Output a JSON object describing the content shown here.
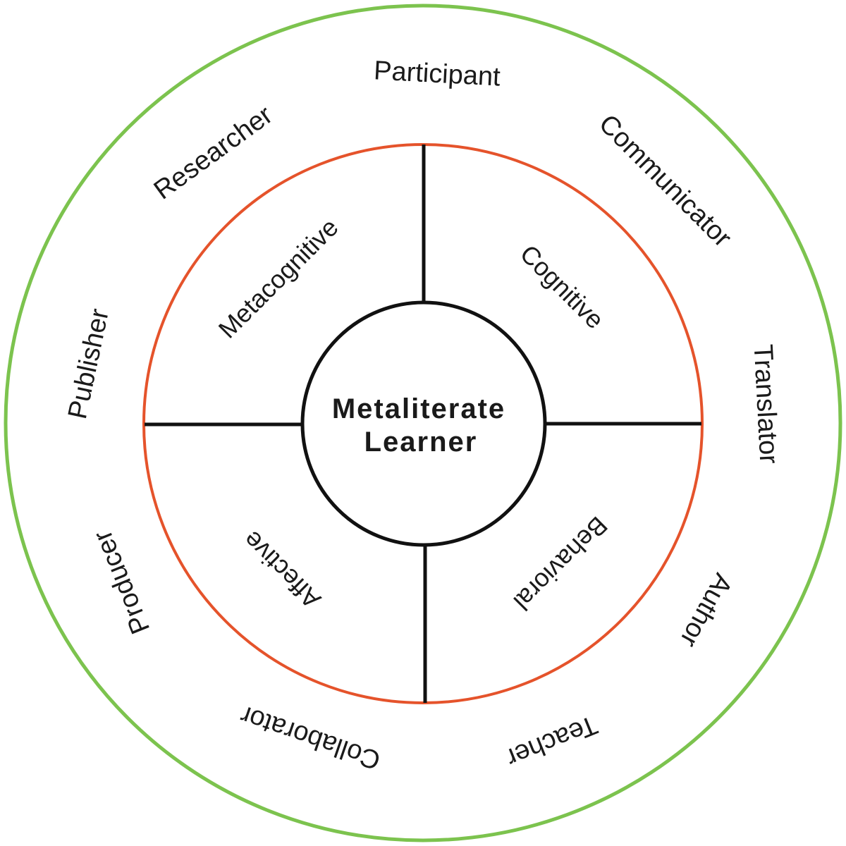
{
  "colors": {
    "outer_ring": "#7cc34e",
    "inner_ring": "#e5532b",
    "lines": "#111111",
    "text": "#1a1a1a"
  },
  "center": {
    "line1": "Metaliterate",
    "line2": "Learner"
  },
  "domains": {
    "metacognitive": "Metacognitive",
    "cognitive": "Cognitive",
    "behavioral": "Behavioral",
    "affective": "Affective"
  },
  "roles": {
    "participant": "Participant",
    "communicator": "Communicator",
    "translator": "Translator",
    "author": "Author",
    "teacher": "Teacher",
    "collaborator": "Collaborator",
    "producer": "Producer",
    "publisher": "Publisher",
    "researcher": "Researcher"
  }
}
